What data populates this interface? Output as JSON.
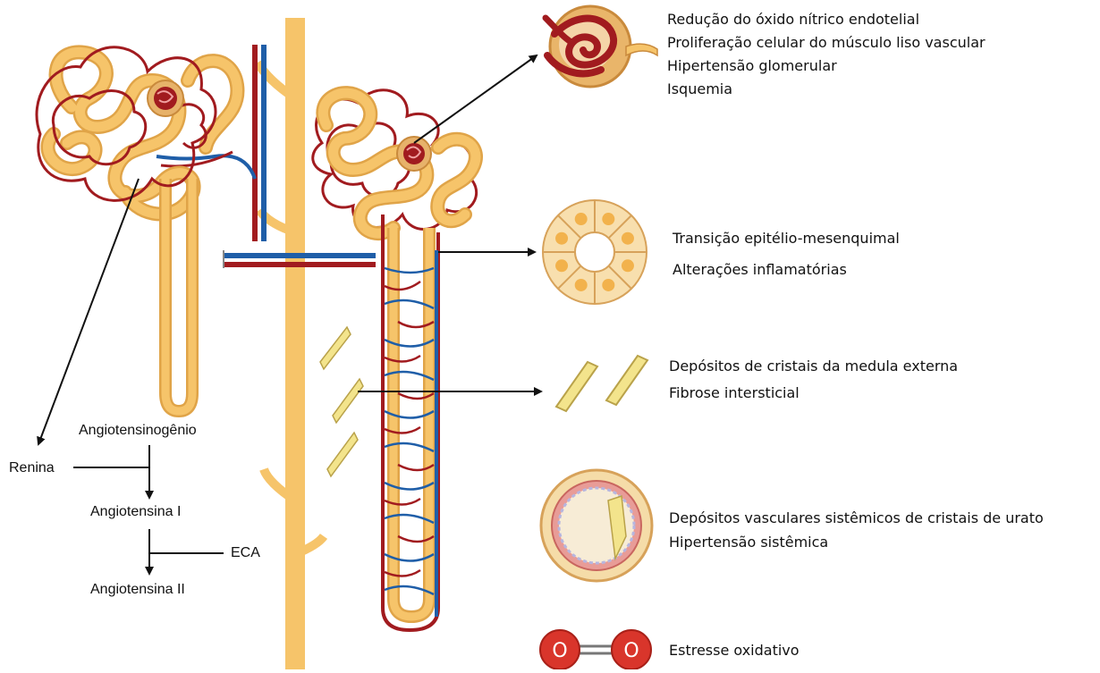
{
  "colors": {
    "tubule": "#f6c46a",
    "tubule_stroke": "#e0a448",
    "artery": "#a11b1f",
    "vein": "#1f5ea8",
    "crystal": "#f3e48c",
    "oxygen": "#d9352b"
  },
  "annotations": {
    "glomerulus": {
      "lines": [
        "Redução do óxido nítrico endotelial",
        "Proliferação celular do músculo liso vascular",
        "Hipertensão glomerular",
        "Isquemia"
      ]
    },
    "epithelium": {
      "lines": [
        "Transição epitélio-mesenquimal",
        "Alterações inflamatórias"
      ]
    },
    "crystals": {
      "lines": [
        "Depósitos de cristais da medula externa",
        "Fibrose intersticial"
      ]
    },
    "vascular": {
      "lines": [
        "Depósitos vasculares sistêmicos de cristais de urato",
        "Hipertensão sistêmica"
      ]
    },
    "oxidative": {
      "lines": [
        "Estresse oxidativo"
      ],
      "atom_label": "O"
    }
  },
  "cascade": {
    "substrate": "Angiotensinogênio",
    "enzyme1": "Renina",
    "product1": "Angiotensina I",
    "enzyme2": "ECA",
    "product2": "Angiotensina II"
  }
}
